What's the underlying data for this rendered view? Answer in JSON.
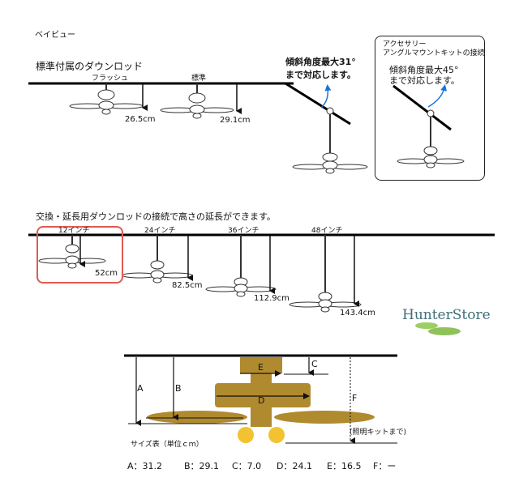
{
  "title": "ベイビュー",
  "section1": {
    "heading": "標準付属のダウンロッド",
    "flush_label": "フラッシュ",
    "flush_dim": "26.5cm",
    "standard_label": "標準",
    "standard_dim": "29.1cm",
    "slope_note_line1": "傾斜角度最大31°",
    "slope_note_line2": "まで対応します。"
  },
  "accessory_box": {
    "line1": "アクセサリー",
    "line2": "アングルマウントキットの接続",
    "note_line1": "傾斜角度最大45°",
    "note_line2": "まで対応します。"
  },
  "section2": {
    "heading": "交換・延長用ダウンロッドの接続で高さの延長ができます。",
    "rods": [
      {
        "label": "12インチ",
        "dim": "52cm"
      },
      {
        "label": "24インチ",
        "dim": "82.5cm"
      },
      {
        "label": "36インチ",
        "dim": "112.9cm"
      },
      {
        "label": "48インチ",
        "dim": "143.4cm"
      }
    ]
  },
  "brand": "HunterStore",
  "size_diagram": {
    "labels": {
      "A": "A",
      "B": "B",
      "C": "C",
      "D": "D",
      "E": "E",
      "F": "F"
    },
    "light_kit_note": "(照明キットまで)",
    "table_title": "サイズ表（単位ｃｍ）",
    "values": [
      {
        "key": "A",
        "text": "A：31.2"
      },
      {
        "key": "B",
        "text": "B：29.1"
      },
      {
        "key": "C",
        "text": "C：7.0"
      },
      {
        "key": "D",
        "text": "D：24.1"
      },
      {
        "key": "E",
        "text": "E：16.5"
      },
      {
        "key": "F",
        "text": "F：ー"
      }
    ]
  },
  "colors": {
    "ceiling": "#000000",
    "highlight": "#e05a50",
    "fan_wood": "#b08a2e",
    "light_bulb": "#f2c230",
    "accent_arrow": "#1a73d9",
    "brand_text": "#3b6e77",
    "brand_green": "#8fc25a"
  }
}
